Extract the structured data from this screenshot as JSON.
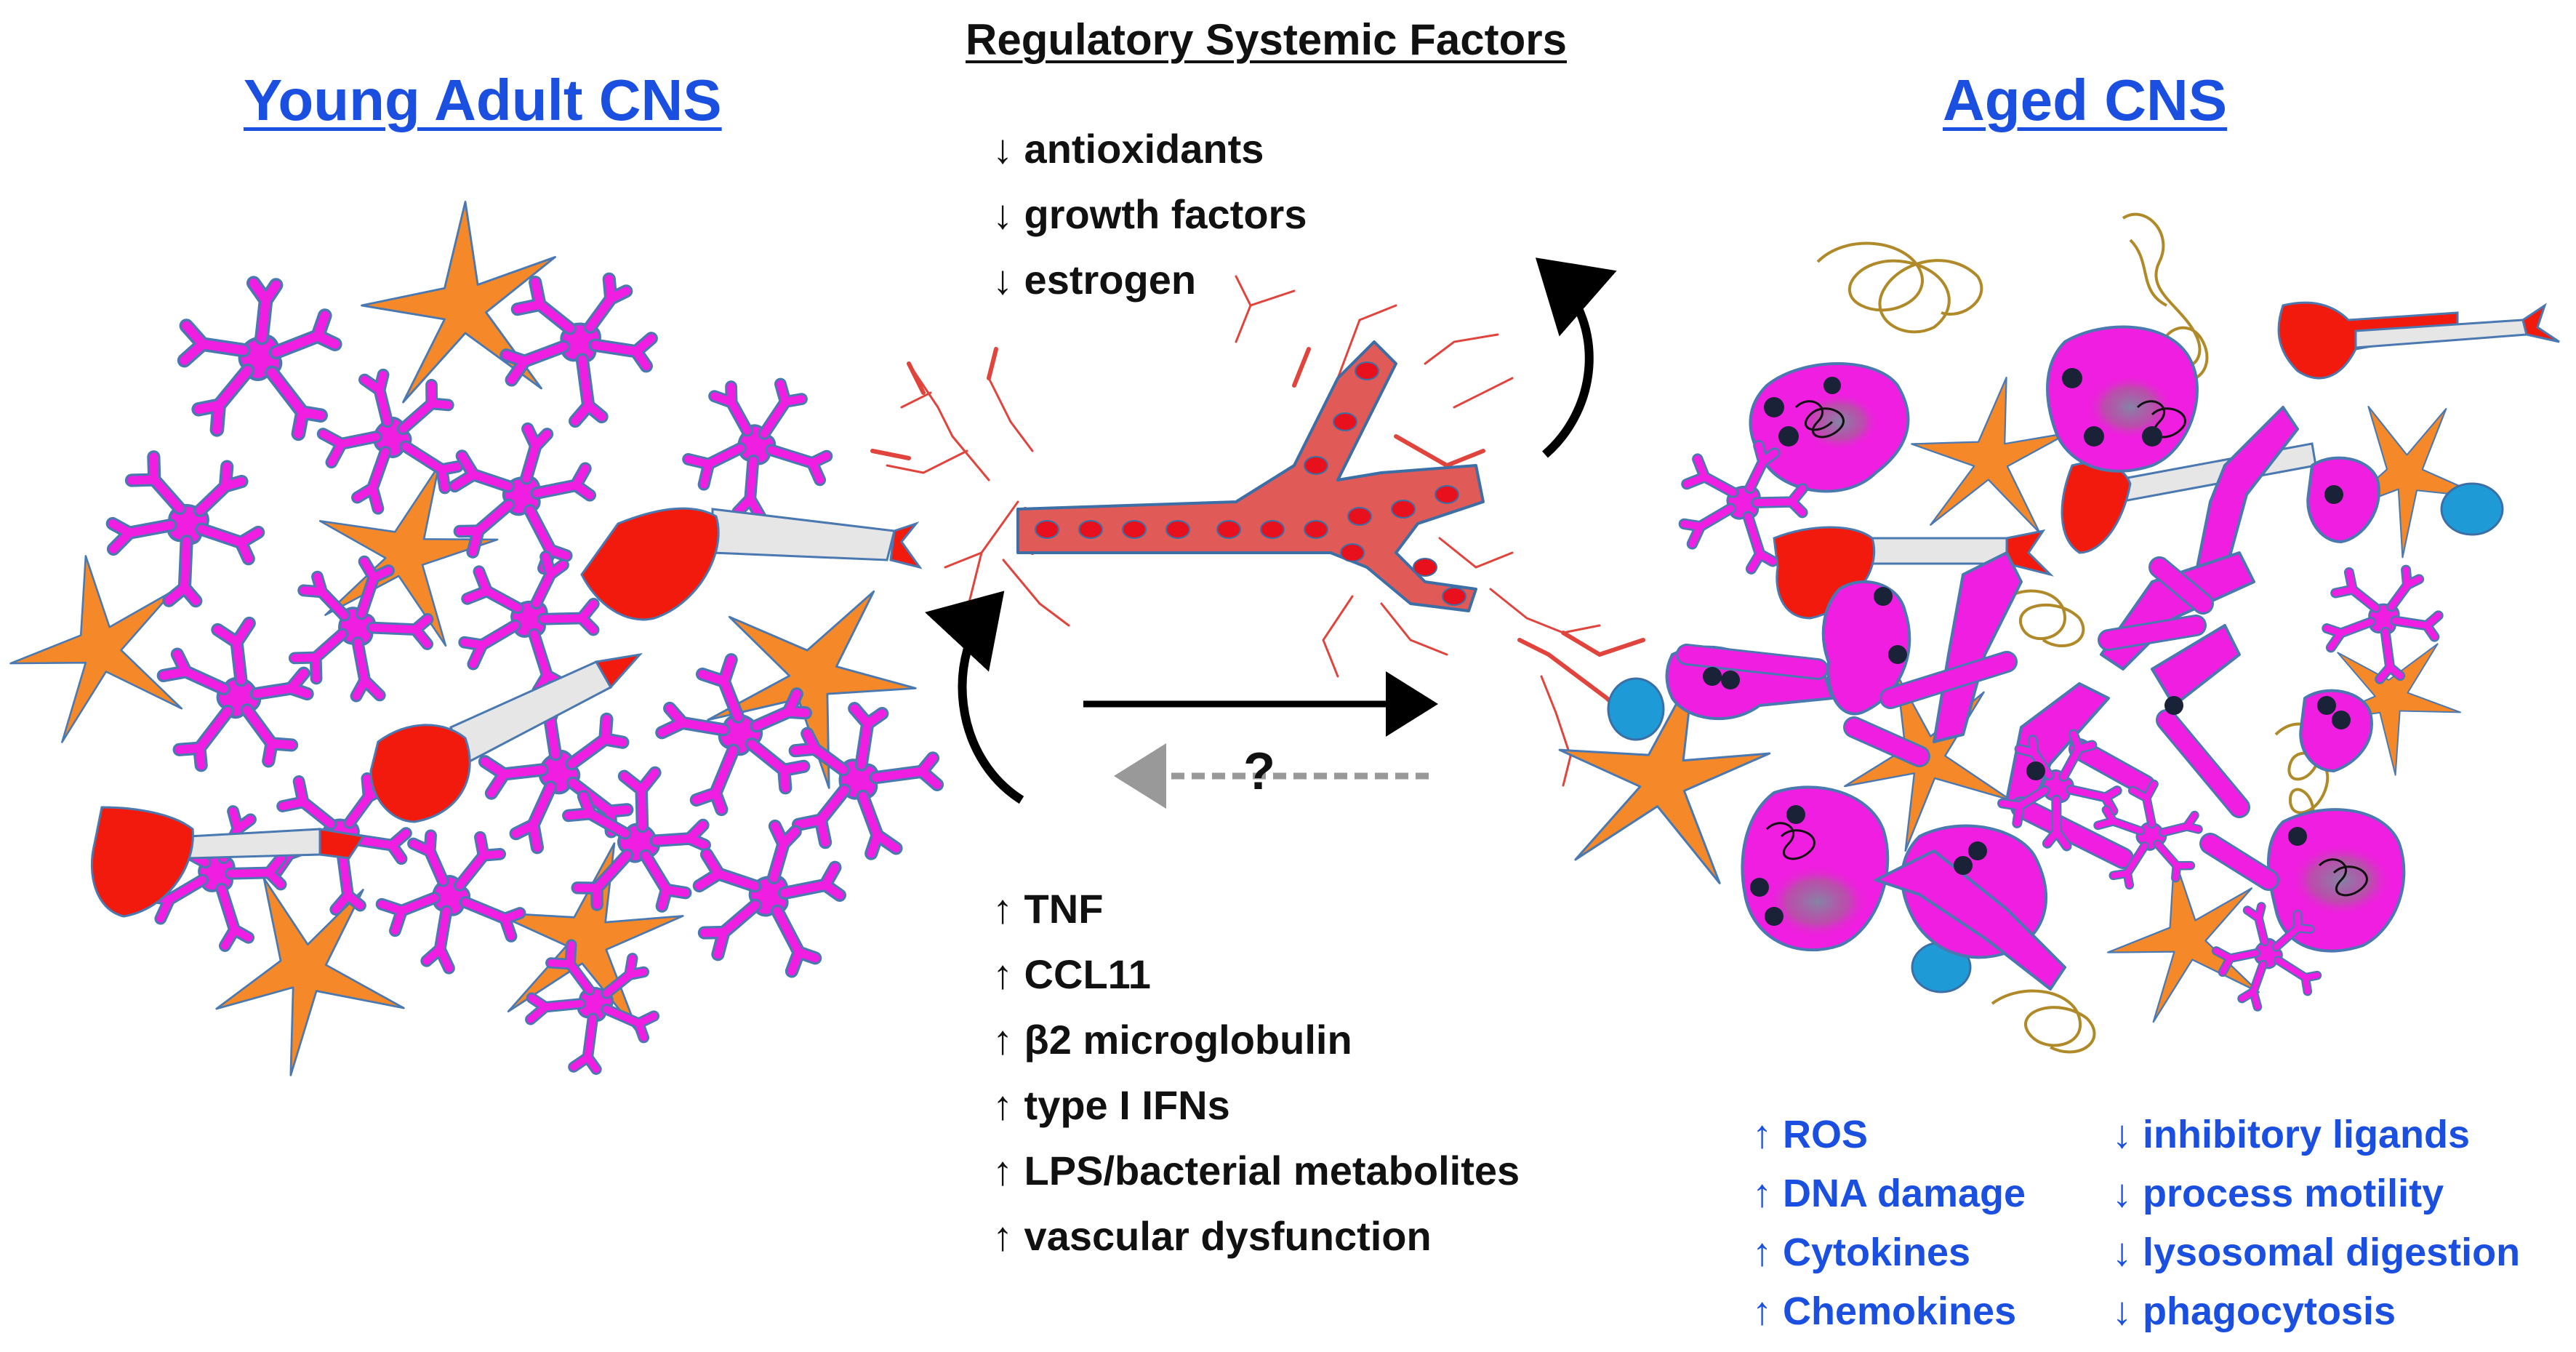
{
  "titles": {
    "young": "Young Adult CNS",
    "regulatory": "Regulatory Systemic Factors",
    "aged": "Aged CNS"
  },
  "decreased_factors": [
    "↓ antioxidants",
    "↓ growth factors",
    "↓ estrogen"
  ],
  "increased_factors": [
    "↑ TNF",
    "↑ CCL11",
    "↑ β2 microglobulin",
    "↑ type I IFNs",
    "↑ LPS/bacterial metabolites",
    "↑ vascular dysfunction"
  ],
  "aged_increases": [
    "↑ ROS",
    "↑ DNA damage",
    "↑ Cytokines",
    "↑ Chemokines"
  ],
  "aged_decreases": [
    "↓ inhibitory ligands",
    "↓ process motility",
    "↓ lysosomal digestion",
    "↓ phagocytosis"
  ],
  "arrow_question": "?",
  "colors": {
    "microglia": "#f01ee0",
    "microglia_outline": "#4a78b0",
    "astrocyte": "#f5892a",
    "neuron": "#f21a0c",
    "axon": "#e6e6e6",
    "vessel": "#e05a58",
    "vessel_outline": "#3b6fa6",
    "capillary": "#e0443c",
    "rbc": "#e8101c",
    "nucleus": "#1a2238",
    "plaque": "#b08a28",
    "oligo": "#1e9ad6",
    "label_blue": "#1a4fe0"
  }
}
